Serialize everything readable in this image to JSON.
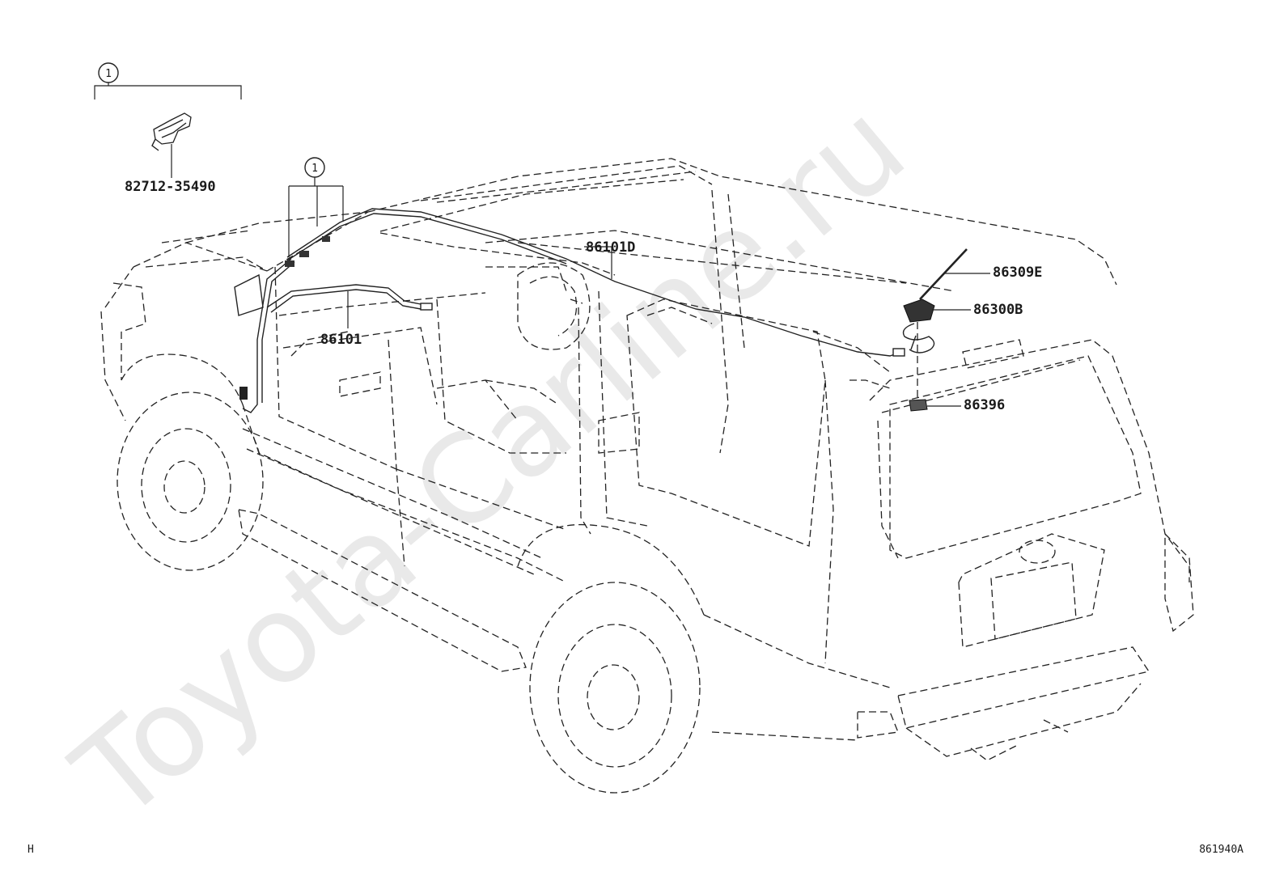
{
  "watermark": "Toyota-Carline.ru",
  "footer": {
    "left_code": "H",
    "right_code": "861940A"
  },
  "group_marker": "1",
  "parts": {
    "clip": "82712-35490",
    "antenna_cord_main": "86101D",
    "antenna_cord_sub": "86101",
    "antenna_rod": "86309E",
    "antenna_base": "86300B",
    "antenna_pad": "86396"
  }
}
